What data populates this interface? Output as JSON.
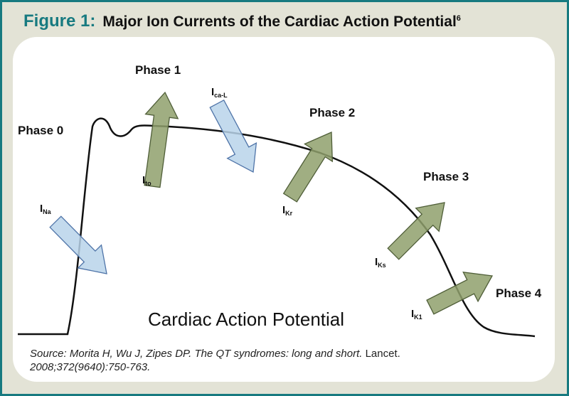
{
  "title": {
    "figure_label": "Figure 1:",
    "text": "Major Ion Currents of the Cardiac Action Potential",
    "superscript": "6"
  },
  "diagram": {
    "caption": "Cardiac Action Potential",
    "phases": [
      "Phase 0",
      "Phase 1",
      "Phase 2",
      "Phase 3",
      "Phase 4"
    ],
    "currents": [
      {
        "main": "I",
        "sub": "Na",
        "direction": "inward",
        "color": "#b9d3ea"
      },
      {
        "main": "I",
        "sub": "to",
        "direction": "outward",
        "color": "#8fa06c"
      },
      {
        "main": "I",
        "sub": "ca-L",
        "direction": "inward",
        "color": "#b9d3ea"
      },
      {
        "main": "I",
        "sub": "Kr",
        "direction": "outward",
        "color": "#8fa06c"
      },
      {
        "main": "I",
        "sub": "Ks",
        "direction": "outward",
        "color": "#8fa06c"
      },
      {
        "main": "I",
        "sub": "K1",
        "direction": "outward",
        "color": "#8fa06c"
      }
    ]
  },
  "source": {
    "italic": "Source: Morita H, Wu J, Zipes DP. The QT syndromes: long and short.",
    "journal": "Lancet.",
    "citation": "2008;372(9640):750-763."
  },
  "colors": {
    "border": "#177a80",
    "background": "#e3e3d6"
  }
}
